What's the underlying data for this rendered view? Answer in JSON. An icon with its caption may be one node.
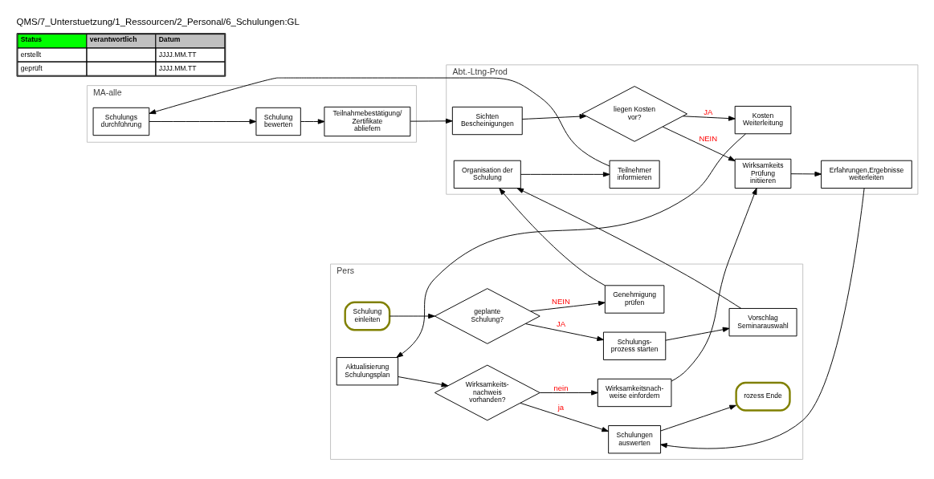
{
  "diagram": {
    "title": "QMS/7_Unterstuetzung/1_Ressourcen/2_Personal/6_Schulungen:GL",
    "nodes": [
      {
        "text": [
          "Pers"
        ]
      },
      {
        "text": [
          "Abt.-Ltng-Prod"
        ]
      },
      {
        "text": [
          "MA-alle"
        ]
      },
      {
        "text": [
          "Schulung einleiten"
        ],
        "in": 0
      },
      {
        "text": [
          "geplante Schulung?"
        ],
        "in": 0
      },
      {
        "text": [
          "Schulungs- prozess starten"
        ],
        "in": 0
      },
      {
        "text": [
          "Vorschlag Seminarauswahl"
        ],
        "in": 0
      },
      {
        "text": [
          "Genehmigung prüfen"
        ],
        "in": 0
      },
      {
        "text": [
          "Aktualisierung Schulungsplan"
        ],
        "in": 0
      },
      {
        "text": [
          "Wirksamkeits- nachweis vorhanden?"
        ],
        "in": 0
      },
      {
        "text": [
          "Wirksamkeitsnach- weise einfordern"
        ],
        "in": 0
      },
      {
        "text": [
          "Schulungen auswerten"
        ],
        "in": 0
      },
      {
        "text": [
          "rozess Ende"
        ],
        "in": 0
      },
      {
        "text": [
          "Organisation der Schulung"
        ],
        "in": 1
      },
      {
        "text": [
          "Teilnehmer informieren"
        ],
        "in": 1
      },
      {
        "text": [
          "Kosten Weiterleitung"
        ],
        "in": 1
      },
      {
        "text": [
          "Sichten Bescheinigungen"
        ],
        "in": 1
      },
      {
        "text": [
          "liegen Kosten vor?"
        ],
        "in": 1
      },
      {
        "text": [
          "Wirksamkeits Prüfung initiieren"
        ],
        "in": 1
      },
      {
        "text": [
          "Erfahrungen,Ergebnisse weiterleiten"
        ],
        "in": 1
      },
      {
        "text": [
          "Schulungs durchführung"
        ],
        "in": 2
      },
      {
        "text": [
          "Schulung bewerten"
        ],
        "in": 2
      },
      {
        "text": [
          "Teilnahmebestätigung/ Zertifikate abliefern"
        ],
        "in": 2
      }
    ],
    "edges": [
      {
        "from": 3,
        "to": 4,
        "arrow": "to"
      },
      {
        "from": 4,
        "to": 5,
        "arrow": "to",
        "label": "JA"
      },
      {
        "from": 5,
        "to": 6,
        "arrow": "to"
      },
      {
        "from": 4,
        "to": 7,
        "arrow": "to",
        "label": "NEIN"
      },
      {
        "from": 7,
        "to": 13,
        "arrow": "to"
      },
      {
        "from": 6,
        "to": 13,
        "arrow": "to"
      },
      {
        "from": 13,
        "to": 14,
        "arrow": "to"
      },
      {
        "from": 14,
        "to": 20,
        "arrow": "to"
      },
      {
        "from": 20,
        "to": 21,
        "arrow": "to"
      },
      {
        "from": 21,
        "to": 22,
        "arrow": "to"
      },
      {
        "from": 22,
        "to": 16,
        "arrow": "to"
      },
      {
        "from": 16,
        "to": 17,
        "arrow": "to"
      },
      {
        "from": 17,
        "to": 15,
        "arrow": "to",
        "label": "JA"
      },
      {
        "from": 17,
        "to": 18,
        "arrow": "to",
        "label": "NEIN"
      },
      {
        "from": 15,
        "to": 8,
        "arrow": "to"
      },
      {
        "from": 8,
        "to": 9,
        "arrow": "to"
      },
      {
        "from": 9,
        "to": 11,
        "arrow": "to",
        "label": "ja"
      },
      {
        "from": 9,
        "to": 10,
        "arrow": "to",
        "label": "nein"
      },
      {
        "from": 10,
        "to": 18,
        "arrow": "to"
      },
      {
        "from": 18,
        "to": 19,
        "arrow": "to"
      },
      {
        "from": 19,
        "to": 11,
        "arrow": "to"
      },
      {
        "from": 11,
        "to": 12,
        "arrow": "to"
      }
    ],
    "labels": [
      "Status",
      "verantwortlich",
      "Datum",
      "erstellt",
      "JJJJ.MM.TT",
      "geprüft",
      "JJJJ.MM.TT"
    ]
  }
}
